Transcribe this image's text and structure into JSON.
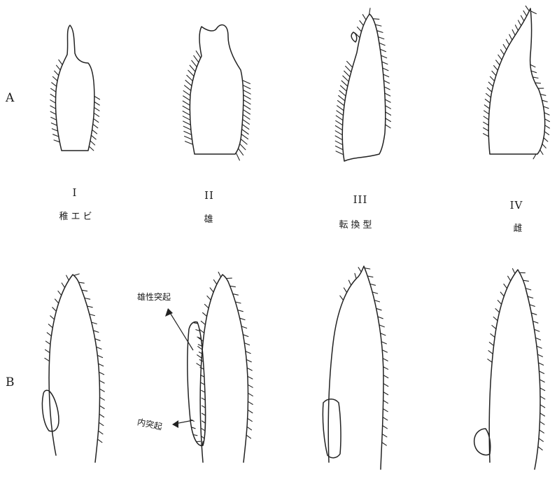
{
  "rows": [
    {
      "key": "A",
      "label": "A"
    },
    {
      "key": "B",
      "label": "B"
    }
  ],
  "columns": [
    {
      "numeral": "I",
      "caption": "稚エビ"
    },
    {
      "numeral": "II",
      "caption": "雄"
    },
    {
      "numeral": "III",
      "caption": "転換型"
    },
    {
      "numeral": "IV",
      "caption": "雌"
    }
  ],
  "annotations": {
    "male_process": "雄性突起",
    "inner_process": "内突起"
  }
}
